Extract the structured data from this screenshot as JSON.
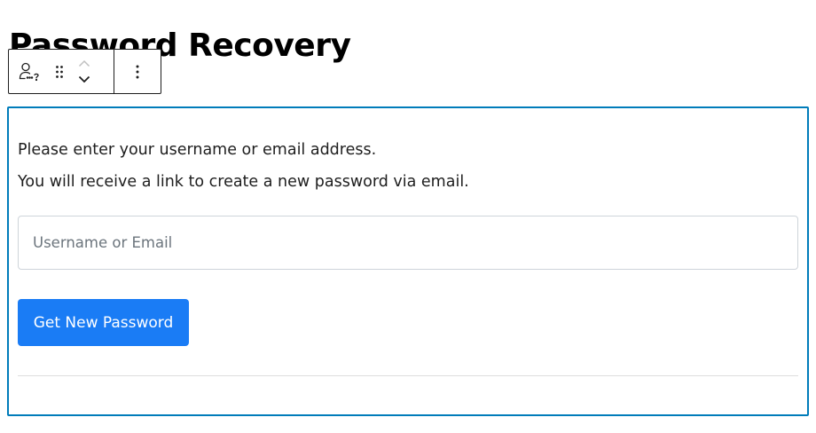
{
  "page": {
    "title": "Password Recovery"
  },
  "toolbar": {
    "block_icon": "user-question-icon",
    "drag_icon": "drag-handle-icon",
    "move_up_icon": "chevron-up-icon",
    "move_down_icon": "chevron-down-icon",
    "options_icon": "more-vertical-icon"
  },
  "form": {
    "instruction_line_1": "Please enter your username or email address.",
    "instruction_line_2": "You will receive a link to create a new password via email.",
    "username_placeholder": "Username or Email",
    "username_value": "",
    "submit_label": "Get New Password"
  },
  "colors": {
    "selection_border": "#007cba",
    "button_bg": "#1a7cf5",
    "button_text": "#ffffff",
    "input_border": "#ced4da",
    "divider": "#dddddd"
  }
}
